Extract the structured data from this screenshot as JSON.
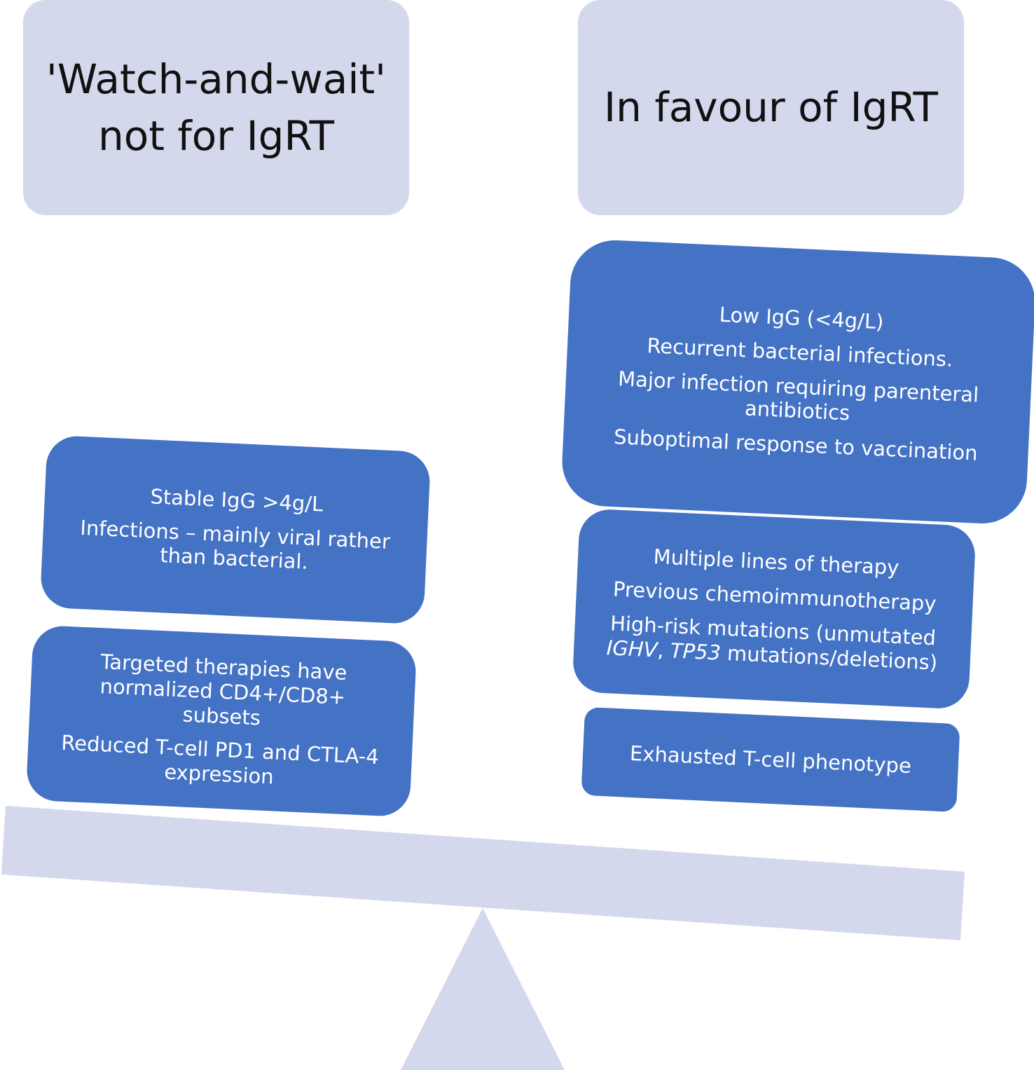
{
  "left_header": {
    "line1": "'Watch-and-wait'",
    "line2": "not for IgRT"
  },
  "right_header": {
    "title": "In favour of IgRT"
  },
  "left_cards": [
    {
      "items": [
        "Stable IgG >4g/L",
        "Infections – mainly viral rather than bacterial."
      ]
    },
    {
      "items": [
        "Targeted therapies have normalized CD4+/CD8+ subsets",
        "Reduced T-cell PD1 and CTLA-4 expression"
      ]
    }
  ],
  "right_cards": [
    {
      "items": [
        "Low IgG (<4g/L)",
        "Recurrent bacterial infections.",
        "Major infection requiring parenteral antibiotics",
        "Suboptimal response to vaccination"
      ]
    },
    {
      "items": [
        "Multiple lines of therapy",
        "Previous chemoimmunotherapy"
      ],
      "mutation_item": {
        "prefix": "High-risk mutations (unmutated ",
        "gene1": "IGHV",
        "middle": ", ",
        "gene2": "TP53",
        "suffix": " mutations/deletions)"
      }
    },
    {
      "items": [
        "Exhausted T-cell phenotype"
      ]
    }
  ],
  "colors": {
    "header_fill": "#d4d8ec",
    "card_fill": "#4472c4",
    "card_text": "#ffffff",
    "header_text": "#111111",
    "scale_fill": "#d4d8ec"
  }
}
